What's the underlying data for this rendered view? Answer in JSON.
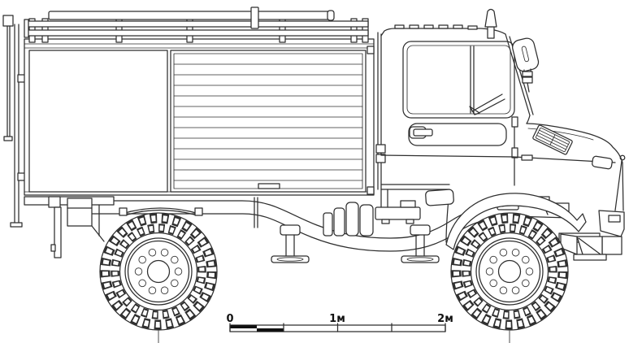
{
  "scale_bar": {
    "labels": [
      "0",
      "1м",
      "2м"
    ],
    "tick_values_m": [
      0,
      0.5,
      1,
      1.5,
      2
    ],
    "labeled_ticks_m": [
      0,
      1,
      2
    ]
  },
  "colors": {
    "line": "#2e2e2e",
    "background": "#ffffff",
    "scale_fill": "#111111"
  }
}
